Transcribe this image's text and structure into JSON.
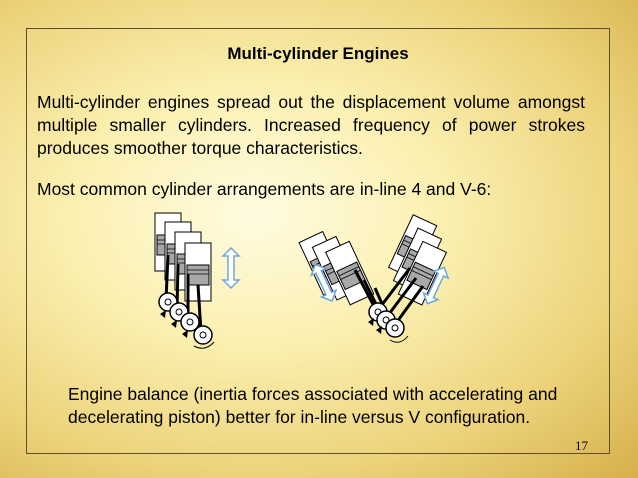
{
  "slide": {
    "title": "Multi-cylinder Engines",
    "paragraph1": "Multi-cylinder engines spread out the displacement volume amongst multiple smaller cylinders.  Increased frequency of power strokes produces smoother torque characteristics.",
    "paragraph2": "Most common cylinder arrangements are in-line 4 and V-6:",
    "paragraph3": "Engine balance (inertia forces associated with accelerating and decelerating piston) better for in-line versus V configuration.",
    "page_number": "17"
  },
  "figures": {
    "left": "inline-4-engine-diagram",
    "right": "v6-engine-diagram",
    "arrow_icon": "double-headed-arrow-icon",
    "colors": {
      "cylinder": "#ffffff",
      "piston": "#a8a8a8",
      "arrow": "#6fa8dc",
      "outline": "#000000"
    }
  }
}
